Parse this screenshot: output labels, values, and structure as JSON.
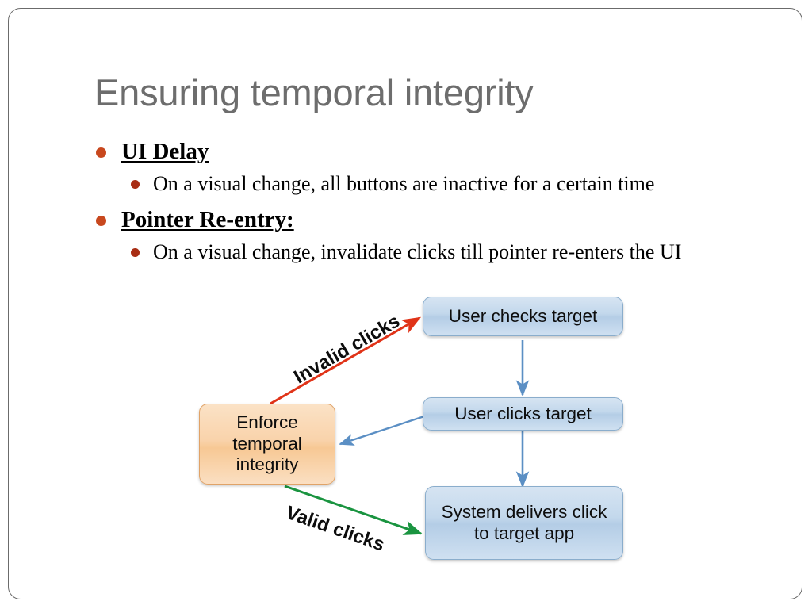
{
  "slide": {
    "title": "Ensuring temporal integrity",
    "title_color": "#6d6d6d",
    "border_color": "#6b6b6b",
    "background": "#ffffff"
  },
  "bullets": [
    {
      "level": 1,
      "text": "UI Delay",
      "style": "bold-underline",
      "marker_color": "#C8481E"
    },
    {
      "level": 2,
      "text": "On a visual change, all buttons are inactive for a certain time",
      "style": "regular",
      "marker_color": "#A82D14"
    },
    {
      "level": 1,
      "text": "Pointer Re-entry:",
      "style": "bold-underline",
      "marker_color": "#C8481E"
    },
    {
      "level": 2,
      "text": "On a visual change, invalidate clicks till pointer re-enters the UI",
      "style": "regular",
      "marker_color": "#A82D14"
    }
  ],
  "diagram": {
    "nodes": [
      {
        "id": "enforce",
        "label": "Enforce temporal integrity",
        "color": "orange",
        "fill": "#f7c894"
      },
      {
        "id": "user-checks",
        "label": "User checks target",
        "color": "blue",
        "fill": "#b4cde6"
      },
      {
        "id": "user-clicks",
        "label": "User clicks target",
        "color": "blue",
        "fill": "#b4cde6"
      },
      {
        "id": "system-delivers",
        "label": "System delivers click to target app",
        "color": "blue",
        "fill": "#b4cde6"
      }
    ],
    "edges": [
      {
        "from": "enforce",
        "to": "user-checks",
        "label": "Invalid clicks",
        "color": "#e03318"
      },
      {
        "from": "enforce",
        "to": "system-delivers",
        "label": "Valid clicks",
        "color": "#1a9440"
      },
      {
        "from": "user-checks",
        "to": "user-clicks",
        "label": "",
        "color": "#5b8fc4"
      },
      {
        "from": "user-clicks",
        "to": "system-delivers",
        "label": "",
        "color": "#5b8fc4"
      },
      {
        "from": "user-clicks",
        "to": "enforce",
        "label": "",
        "color": "#5b8fc4"
      }
    ]
  }
}
